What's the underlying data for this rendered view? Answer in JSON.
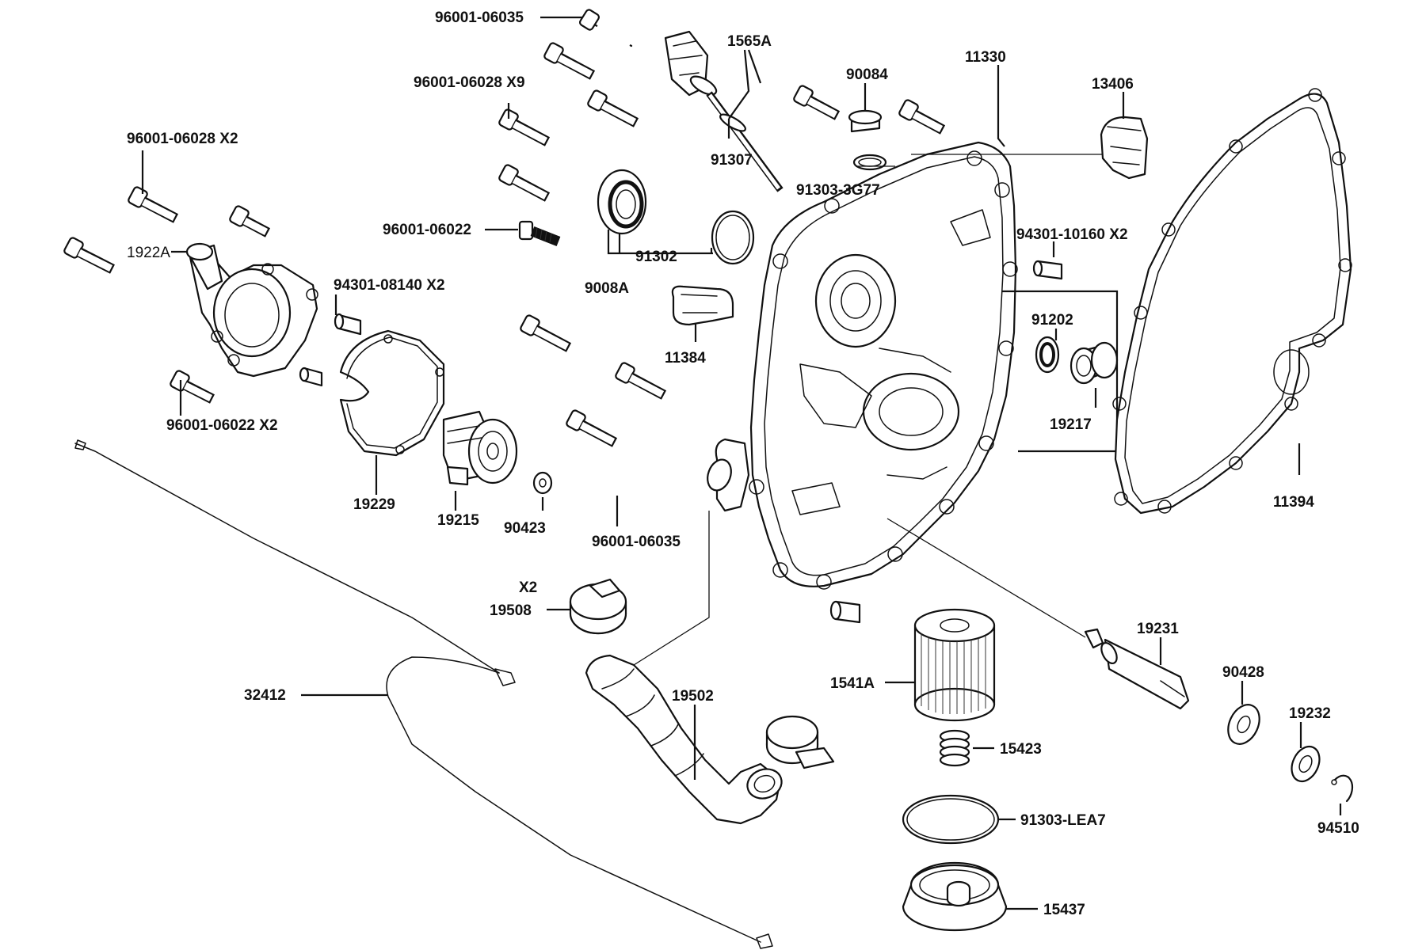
{
  "labels": {
    "bolt_top": "96001-06035",
    "dipstick": "1565A",
    "dip_oring": "91307",
    "bolt_x9": "96001-06028 X9",
    "bolt_left_x2": "96001-06028 X2",
    "elbow": "1922A",
    "bolt_stud": "96001-06022",
    "seal_9008A": "9008A",
    "oring_91302": "91302",
    "dowel_x2": "94301-08140 X2",
    "bolt_bottom_x2": "96001-06022 X2",
    "pump_gasket": "19229",
    "impeller": "19215",
    "washer_90423": "90423",
    "bolt_lower": "96001-06035",
    "clip_11384": "11384",
    "cap_90084": "90084",
    "oring_3g77": "91303-3G77",
    "cover": "11330",
    "clamp_13406": "13406",
    "dowel_10160": "94301-10160 X2",
    "seal_91202": "91202",
    "bearing_19217": "19217",
    "cover_gasket": "11394",
    "clamp_qty": "X2",
    "clamp_19508": "19508",
    "shaft_19231": "19231",
    "filter": "1541A",
    "washer_90428": "90428",
    "washer_19232": "19232",
    "circlip": "94510",
    "hose": "19502",
    "spring": "15423",
    "oring_lea7": "91303-LEA7",
    "cable": "32412",
    "filter_cap": "15437"
  }
}
